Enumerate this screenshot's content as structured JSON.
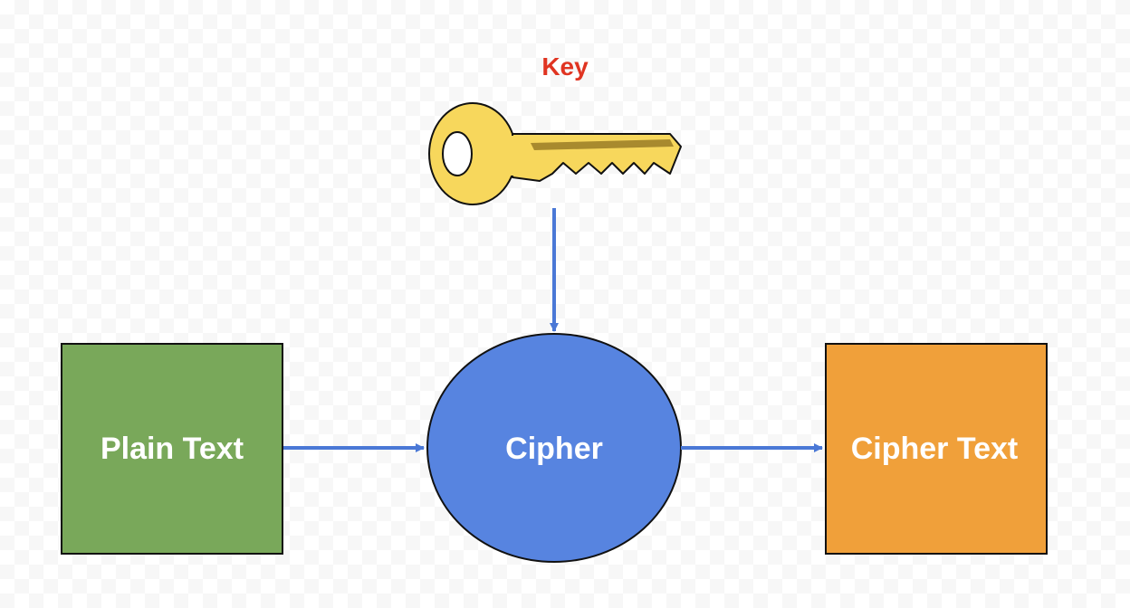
{
  "diagram": {
    "key_label": "Key",
    "key_icon": "key-icon",
    "nodes": {
      "plain_text": "Plain Text",
      "cipher": "Cipher",
      "cipher_text": "Cipher Text"
    },
    "colors": {
      "key_label": "#e03421",
      "key_fill": "#f7d75c",
      "key_shadow": "#a88a2e",
      "plain_text_fill": "#79a85a",
      "cipher_fill": "#5784e0",
      "cipher_text_fill": "#f0a03a",
      "arrow": "#4a78d6",
      "node_text": "#ffffff",
      "outline": "#111111"
    }
  }
}
